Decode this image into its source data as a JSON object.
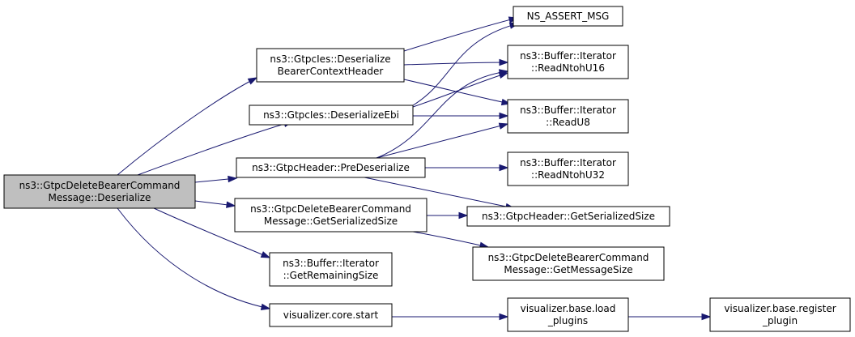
{
  "nodes": [
    {
      "id": "root",
      "lines": [
        "ns3::GtpcDeleteBearerCommand",
        "Message::Deserialize"
      ]
    },
    {
      "id": "deser_ctx",
      "lines": [
        "ns3::GtpcIes::Deserialize",
        "BearerContextHeader"
      ]
    },
    {
      "id": "deser_ebi",
      "lines": [
        "ns3::GtpcIes::DeserializeEbi"
      ]
    },
    {
      "id": "pre_deser",
      "lines": [
        "ns3::GtpcHeader::PreDeserialize"
      ]
    },
    {
      "id": "get_ser_size",
      "lines": [
        "ns3::GtpcDeleteBearerCommand",
        "Message::GetSerializedSize"
      ]
    },
    {
      "id": "get_remaining",
      "lines": [
        "ns3::Buffer::Iterator",
        "::GetRemainingSize"
      ]
    },
    {
      "id": "vis_core_start",
      "lines": [
        "visualizer.core.start"
      ]
    },
    {
      "id": "ns_assert",
      "lines": [
        "NS_ASSERT_MSG"
      ]
    },
    {
      "id": "read_ntoh_u16",
      "lines": [
        "ns3::Buffer::Iterator",
        "::ReadNtohU16"
      ]
    },
    {
      "id": "read_u8",
      "lines": [
        "ns3::Buffer::Iterator",
        "::ReadU8"
      ]
    },
    {
      "id": "read_ntoh_u32",
      "lines": [
        "ns3::Buffer::Iterator",
        "::ReadNtohU32"
      ]
    },
    {
      "id": "hdr_get_ser_size",
      "lines": [
        "ns3::GtpcHeader::GetSerializedSize"
      ]
    },
    {
      "id": "get_msg_size",
      "lines": [
        "ns3::GtpcDeleteBearerCommand",
        "Message::GetMessageSize"
      ]
    },
    {
      "id": "vis_base_load",
      "lines": [
        "visualizer.base.load",
        "_plugins"
      ]
    },
    {
      "id": "vis_base_register",
      "lines": [
        "visualizer.base.register",
        "_plugin"
      ]
    }
  ],
  "edges": [
    {
      "from": "root",
      "to": "deser_ctx"
    },
    {
      "from": "root",
      "to": "deser_ebi"
    },
    {
      "from": "root",
      "to": "pre_deser"
    },
    {
      "from": "root",
      "to": "get_ser_size"
    },
    {
      "from": "root",
      "to": "get_remaining"
    },
    {
      "from": "root",
      "to": "vis_core_start"
    },
    {
      "from": "deser_ctx",
      "to": "ns_assert"
    },
    {
      "from": "deser_ctx",
      "to": "read_ntoh_u16"
    },
    {
      "from": "deser_ctx",
      "to": "read_u8"
    },
    {
      "from": "deser_ebi",
      "to": "ns_assert"
    },
    {
      "from": "deser_ebi",
      "to": "read_ntoh_u16"
    },
    {
      "from": "deser_ebi",
      "to": "read_u8"
    },
    {
      "from": "pre_deser",
      "to": "read_ntoh_u16"
    },
    {
      "from": "pre_deser",
      "to": "read_u8"
    },
    {
      "from": "pre_deser",
      "to": "read_ntoh_u32"
    },
    {
      "from": "pre_deser",
      "to": "hdr_get_ser_size"
    },
    {
      "from": "get_ser_size",
      "to": "hdr_get_ser_size"
    },
    {
      "from": "get_ser_size",
      "to": "get_msg_size"
    },
    {
      "from": "vis_core_start",
      "to": "vis_base_load"
    },
    {
      "from": "vis_base_load",
      "to": "vis_base_register"
    }
  ]
}
